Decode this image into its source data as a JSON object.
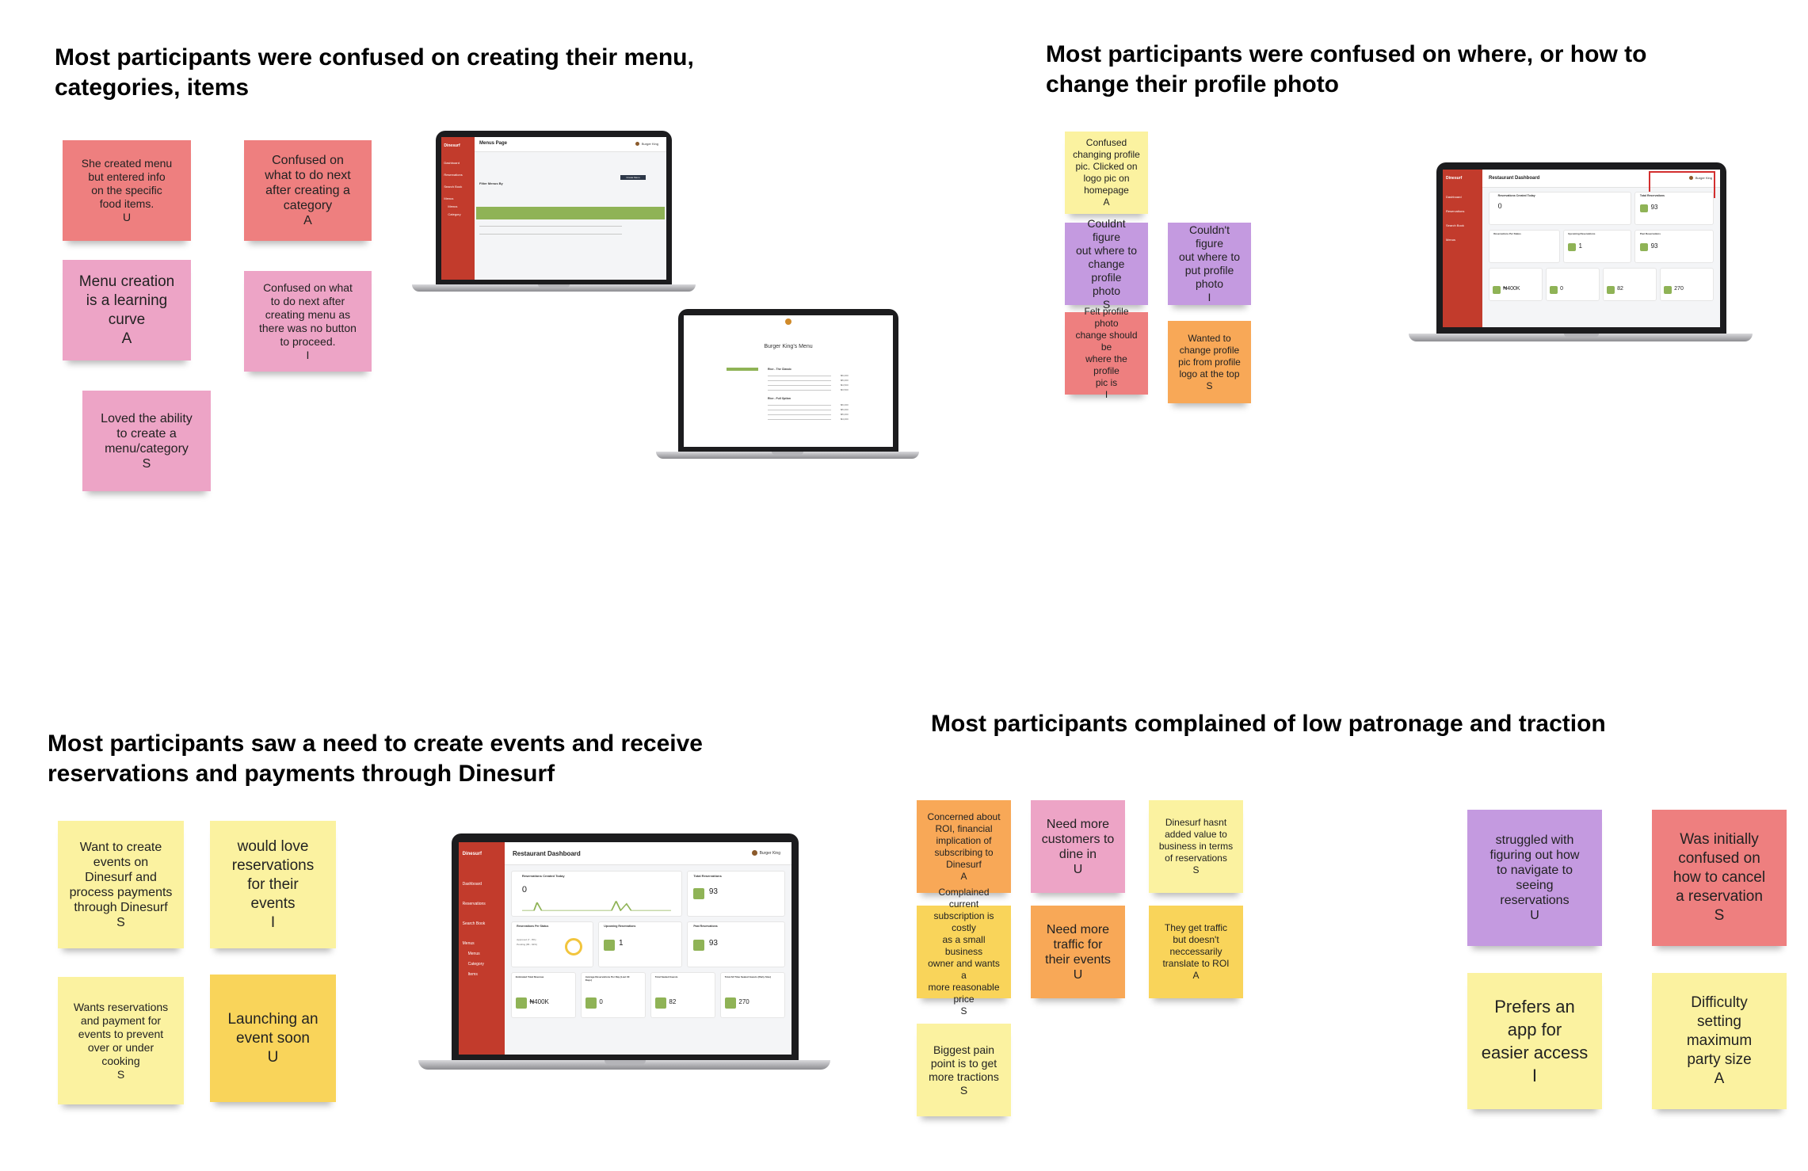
{
  "board": {
    "sections": [
      {
        "heading": "Most participants were confused on creating their menu,\ncategories, items"
      },
      {
        "heading": "Most participants were confused on where, or how to\nchange their profile photo"
      },
      {
        "heading": "Most participants saw a need to create events and receive\nreservations and payments through Dinesurf"
      },
      {
        "heading": "Most participants complained of low patronage and traction"
      }
    ],
    "notes": [
      "She created menu\nbut entered info\non the specific\nfood items.\nU",
      "Confused on\nwhat to do next\nafter creating a\ncategory\nA",
      "Menu creation\nis a learning\ncurve\nA",
      "Confused on what\nto do next after\ncreating menu as\nthere was no button\nto proceed.\nI",
      "Loved the ability\nto create a\nmenu/category\nS",
      "Confused\nchanging profile\npic. Clicked on\nlogo pic on\nhomepage\nA",
      "Couldnt figure\nout where to\nchange profile\nphoto\nS",
      "Couldn't figure\nout where to\nput profile\nphoto\nI",
      "Felt profile photo\nchange should be\nwhere the profile\npic is\nI",
      "Wanted to\nchange profile\npic from profile\nlogo at the top\nS",
      "Want to create\nevents on\nDinesurf and\nprocess payments\nthrough Dinesurf\nS",
      "would love\nreservations\nfor their\nevents\nI",
      "Wants reservations\nand payment for\nevents to prevent\nover or under\ncooking\nS",
      "Launching an\nevent soon\nU",
      "Concerned about\nROI, financial\nimplication of\nsubscribing to\nDinesurf\nA",
      "Need more\ncustomers to\ndine in\nU",
      "Dinesurf hasnt\nadded value to\nbusiness in terms\nof reservations\nS",
      "Complained current\nsubscription is costly\nas a small business\nowner and wants a\nmore reasonable\nprice\nS",
      "Need more\ntraffic for\ntheir events\nU",
      "They get traffic\nbut doesn't\nneccessarily\ntranslate to ROI\nA",
      "Biggest pain\npoint is to get\nmore tractions\nS",
      "struggled with\nfiguring out how\nto navigate to\nseeing\nreservations\nU",
      "Was initially\nconfused on\nhow to cancel\na reservation\nS",
      "Prefers an\napp for\neasier access\nI",
      "Difficulty\nsetting\nmaximum\nparty size\nA"
    ]
  },
  "mockups": {
    "brand": "Dinesurf",
    "menus_page": {
      "title": "Menus Page",
      "user": "Burger King",
      "nav": [
        "Dashboard",
        "Reservations",
        "Search Book",
        "Menus",
        "Menus",
        "Category"
      ],
      "filter_label": "Filter Menus By",
      "button": "Create Menu"
    },
    "menu_preview": {
      "title": "Burger King's Menu",
      "sections": [
        "Rice - The Classic",
        "Rice - Full Option"
      ],
      "prices": [
        "₦6,000",
        "₦5,000",
        "₦4,500",
        "₦3,500",
        "₦6,000",
        "₦5,000",
        "₦5,000",
        "₦4,000"
      ]
    },
    "dashboard": {
      "title": "Restaurant Dashboard",
      "user": "Burger King",
      "nav": [
        "Dashboard",
        "Reservations",
        "Search Book",
        "Menus",
        "Menus",
        "Category",
        "Items"
      ],
      "cards": {
        "reservations_today": {
          "label": "Reservations Created Today",
          "value": "0"
        },
        "total_reservations": {
          "label": "Total Reservations",
          "value": "93"
        },
        "per_status": {
          "label": "Reservations Per Status",
          "approved": "Approved (7 - 8%)",
          "pending": "Pending (86 - 92%)"
        },
        "upcoming": {
          "label": "Upcoming Reservations",
          "value": "1"
        },
        "past": {
          "label": "Past Reservations",
          "value": "93"
        },
        "revenue": {
          "label": "Estimated Total Revenue",
          "value": "₦400K"
        },
        "avg_per_day": {
          "label": "Average Reservations Per Day (Last 30 Days)",
          "value": "0"
        },
        "seated": {
          "label": "Total Seated Guests",
          "value": "82"
        },
        "all_time": {
          "label": "Total All Time Seated Guests (Party Size)",
          "value": "270"
        }
      }
    }
  },
  "colors": {
    "red": "#ee7f7f",
    "pink": "#eda4c6",
    "yellow": "#fbf2a0",
    "gold": "#f9d45a",
    "orange": "#f8a857",
    "purple": "#c49ae0",
    "brand_sidebar": "#c23b2c",
    "brand_green": "#8fb356"
  }
}
